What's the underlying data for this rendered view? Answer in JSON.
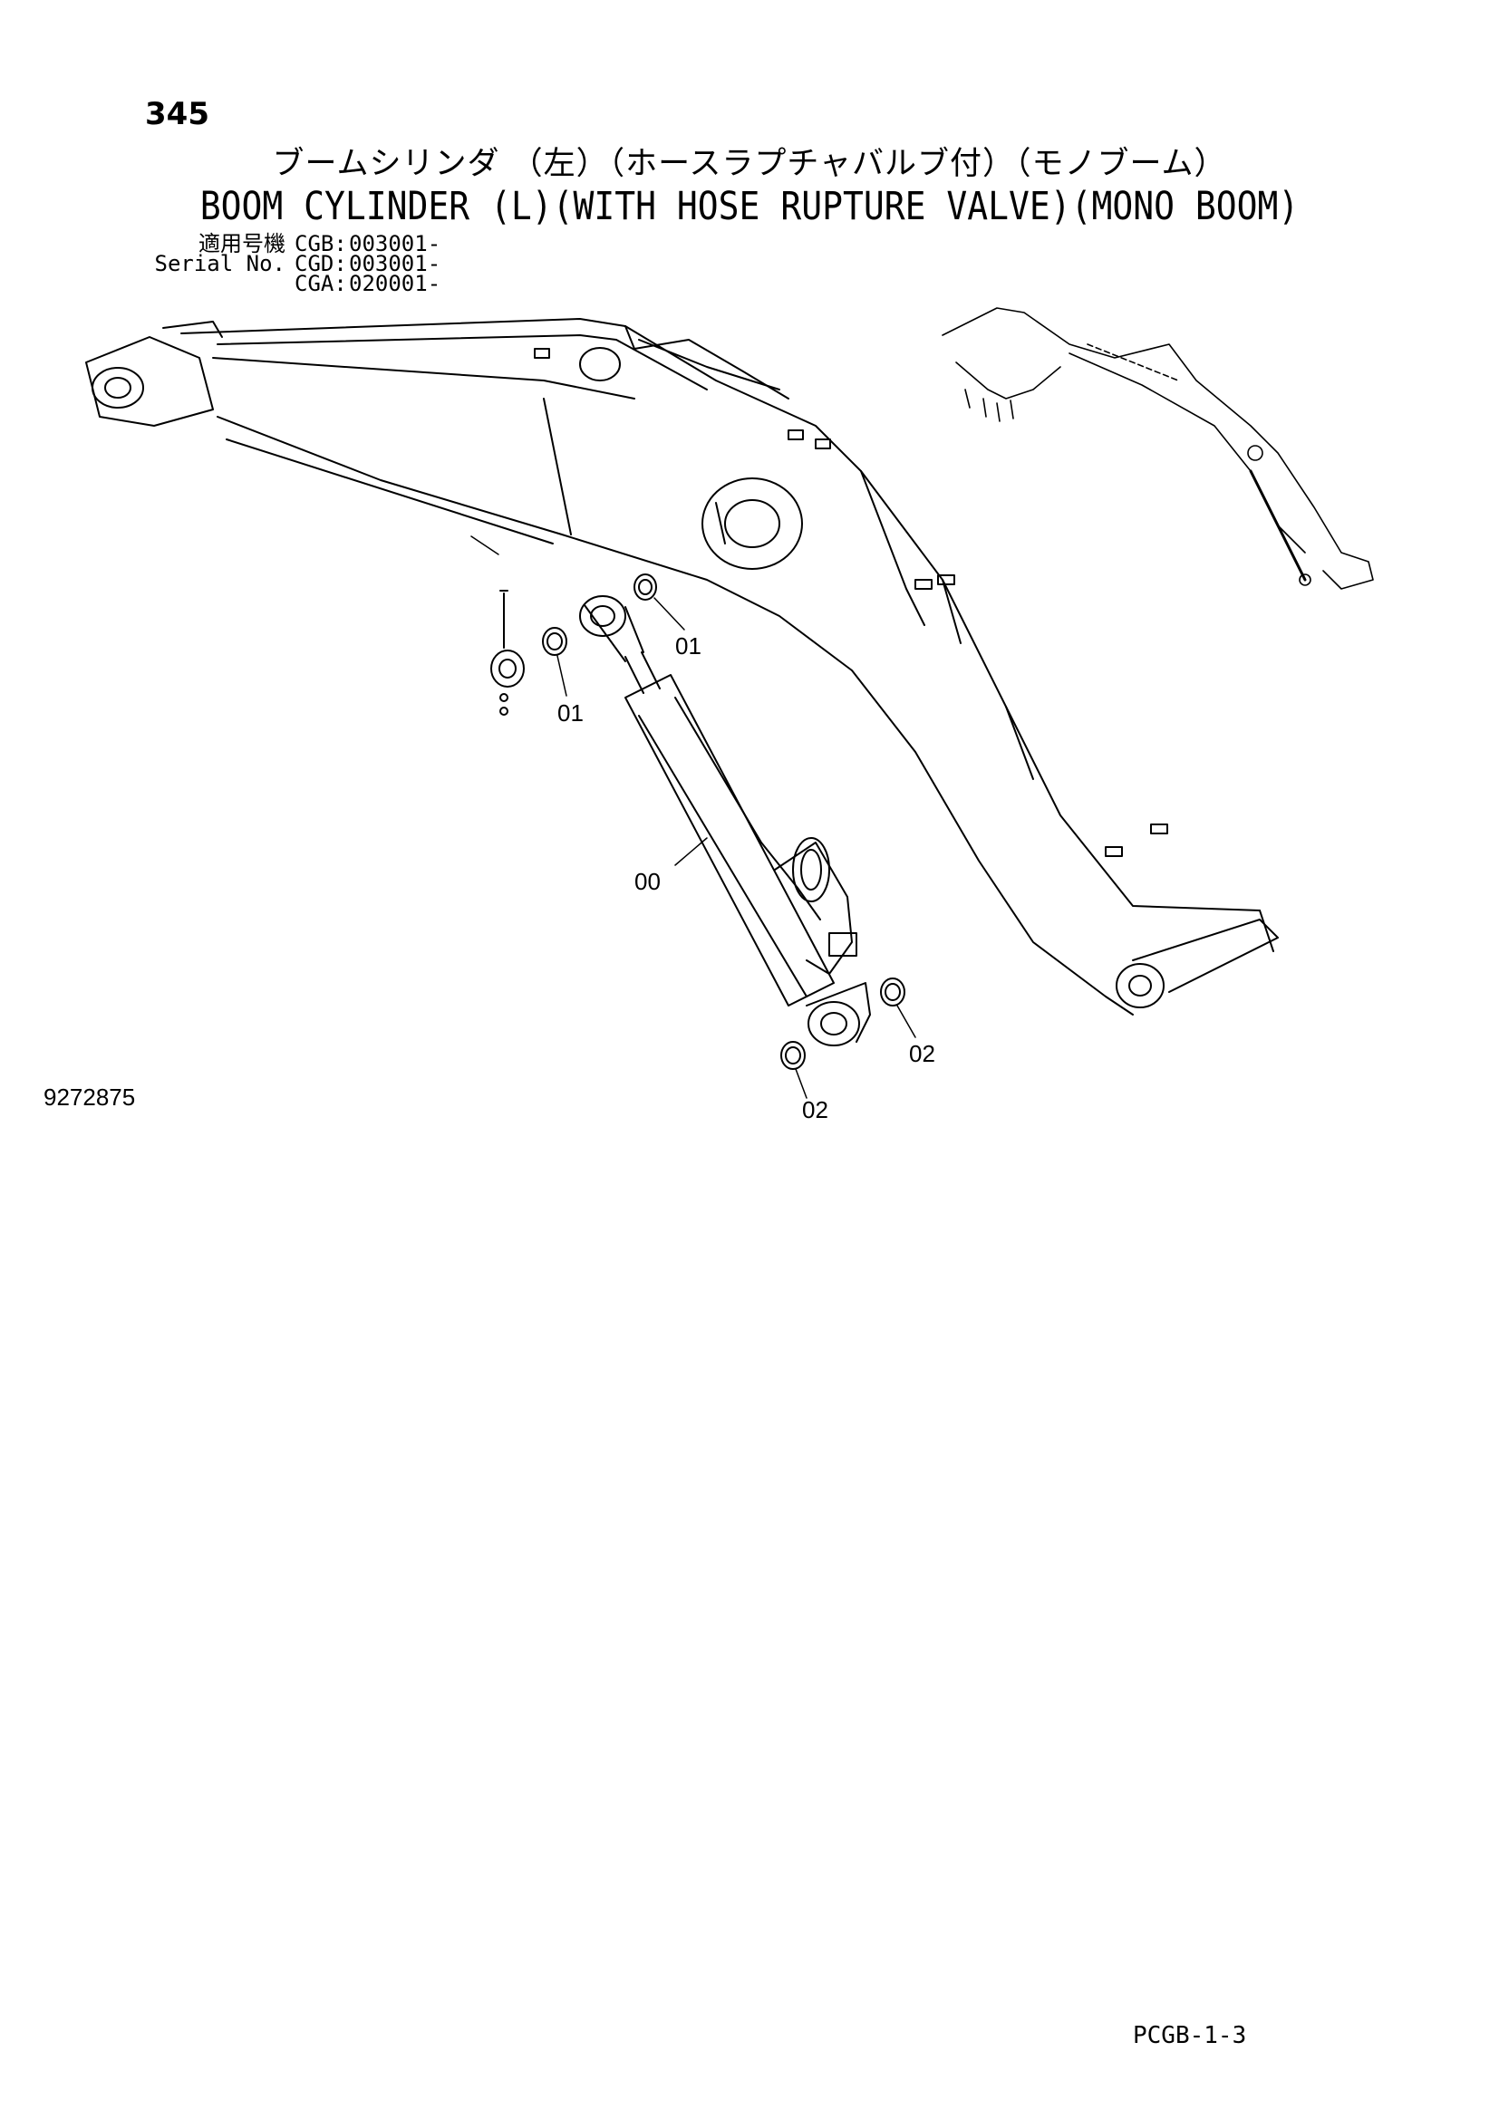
{
  "page_number": "345",
  "title_jp": "ブームシリンダ （左）（ホースラプチャバルブ付）（モノブーム）",
  "title_en": "BOOM CYLINDER (L)(WITH HOSE RUPTURE VALVE)(MONO BOOM)",
  "serial": {
    "label_jp": "適用号機",
    "label_en": "Serial No.",
    "rows": [
      {
        "code": "CGB:",
        "value": "003001-"
      },
      {
        "code": "CGD:",
        "value": "003001-"
      },
      {
        "code": "CGA:",
        "value": "020001-"
      }
    ]
  },
  "callouts": [
    "01",
    "01",
    "00",
    "02",
    "02"
  ],
  "drawing_number": "9272875",
  "page_code": "PCGB-1-3"
}
